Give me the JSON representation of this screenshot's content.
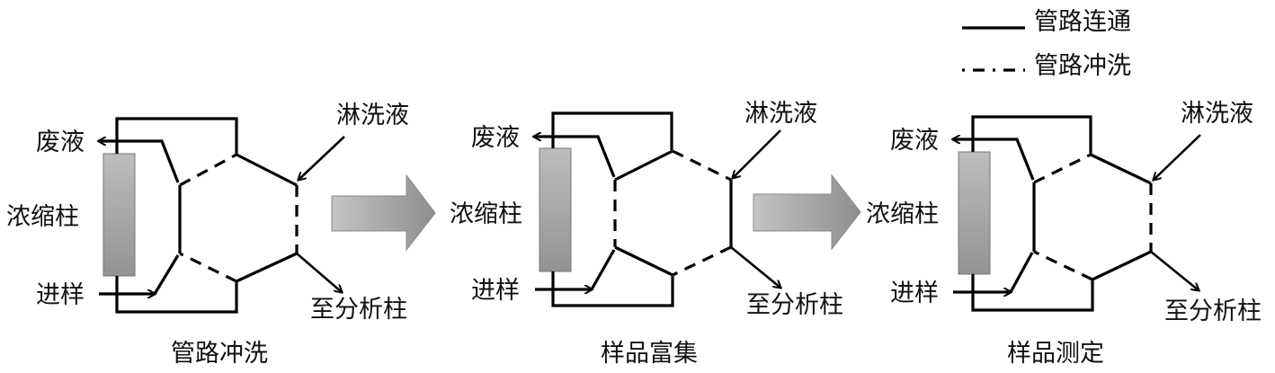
{
  "legend": {
    "connected": "管路连通",
    "flush": "管路冲洗"
  },
  "panels": [
    {
      "waste": "废液",
      "column": "浓缩柱",
      "sample": "进样",
      "eluent": "淋洗液",
      "to_analysis": "至分析柱",
      "caption": "管路冲洗"
    },
    {
      "waste": "废液",
      "column": "浓缩柱",
      "sample": "进样",
      "eluent": "淋洗液",
      "to_analysis": "至分析柱",
      "caption": "样品富集"
    },
    {
      "waste": "废液",
      "column": "浓缩柱",
      "sample": "进样",
      "eluent": "淋洗液",
      "to_analysis": "至分析柱",
      "caption": "样品测定"
    }
  ],
  "colors": {
    "line": "#000000",
    "column_fill": "#a8a8a8",
    "arrow_fill": "#a0a0a0"
  }
}
